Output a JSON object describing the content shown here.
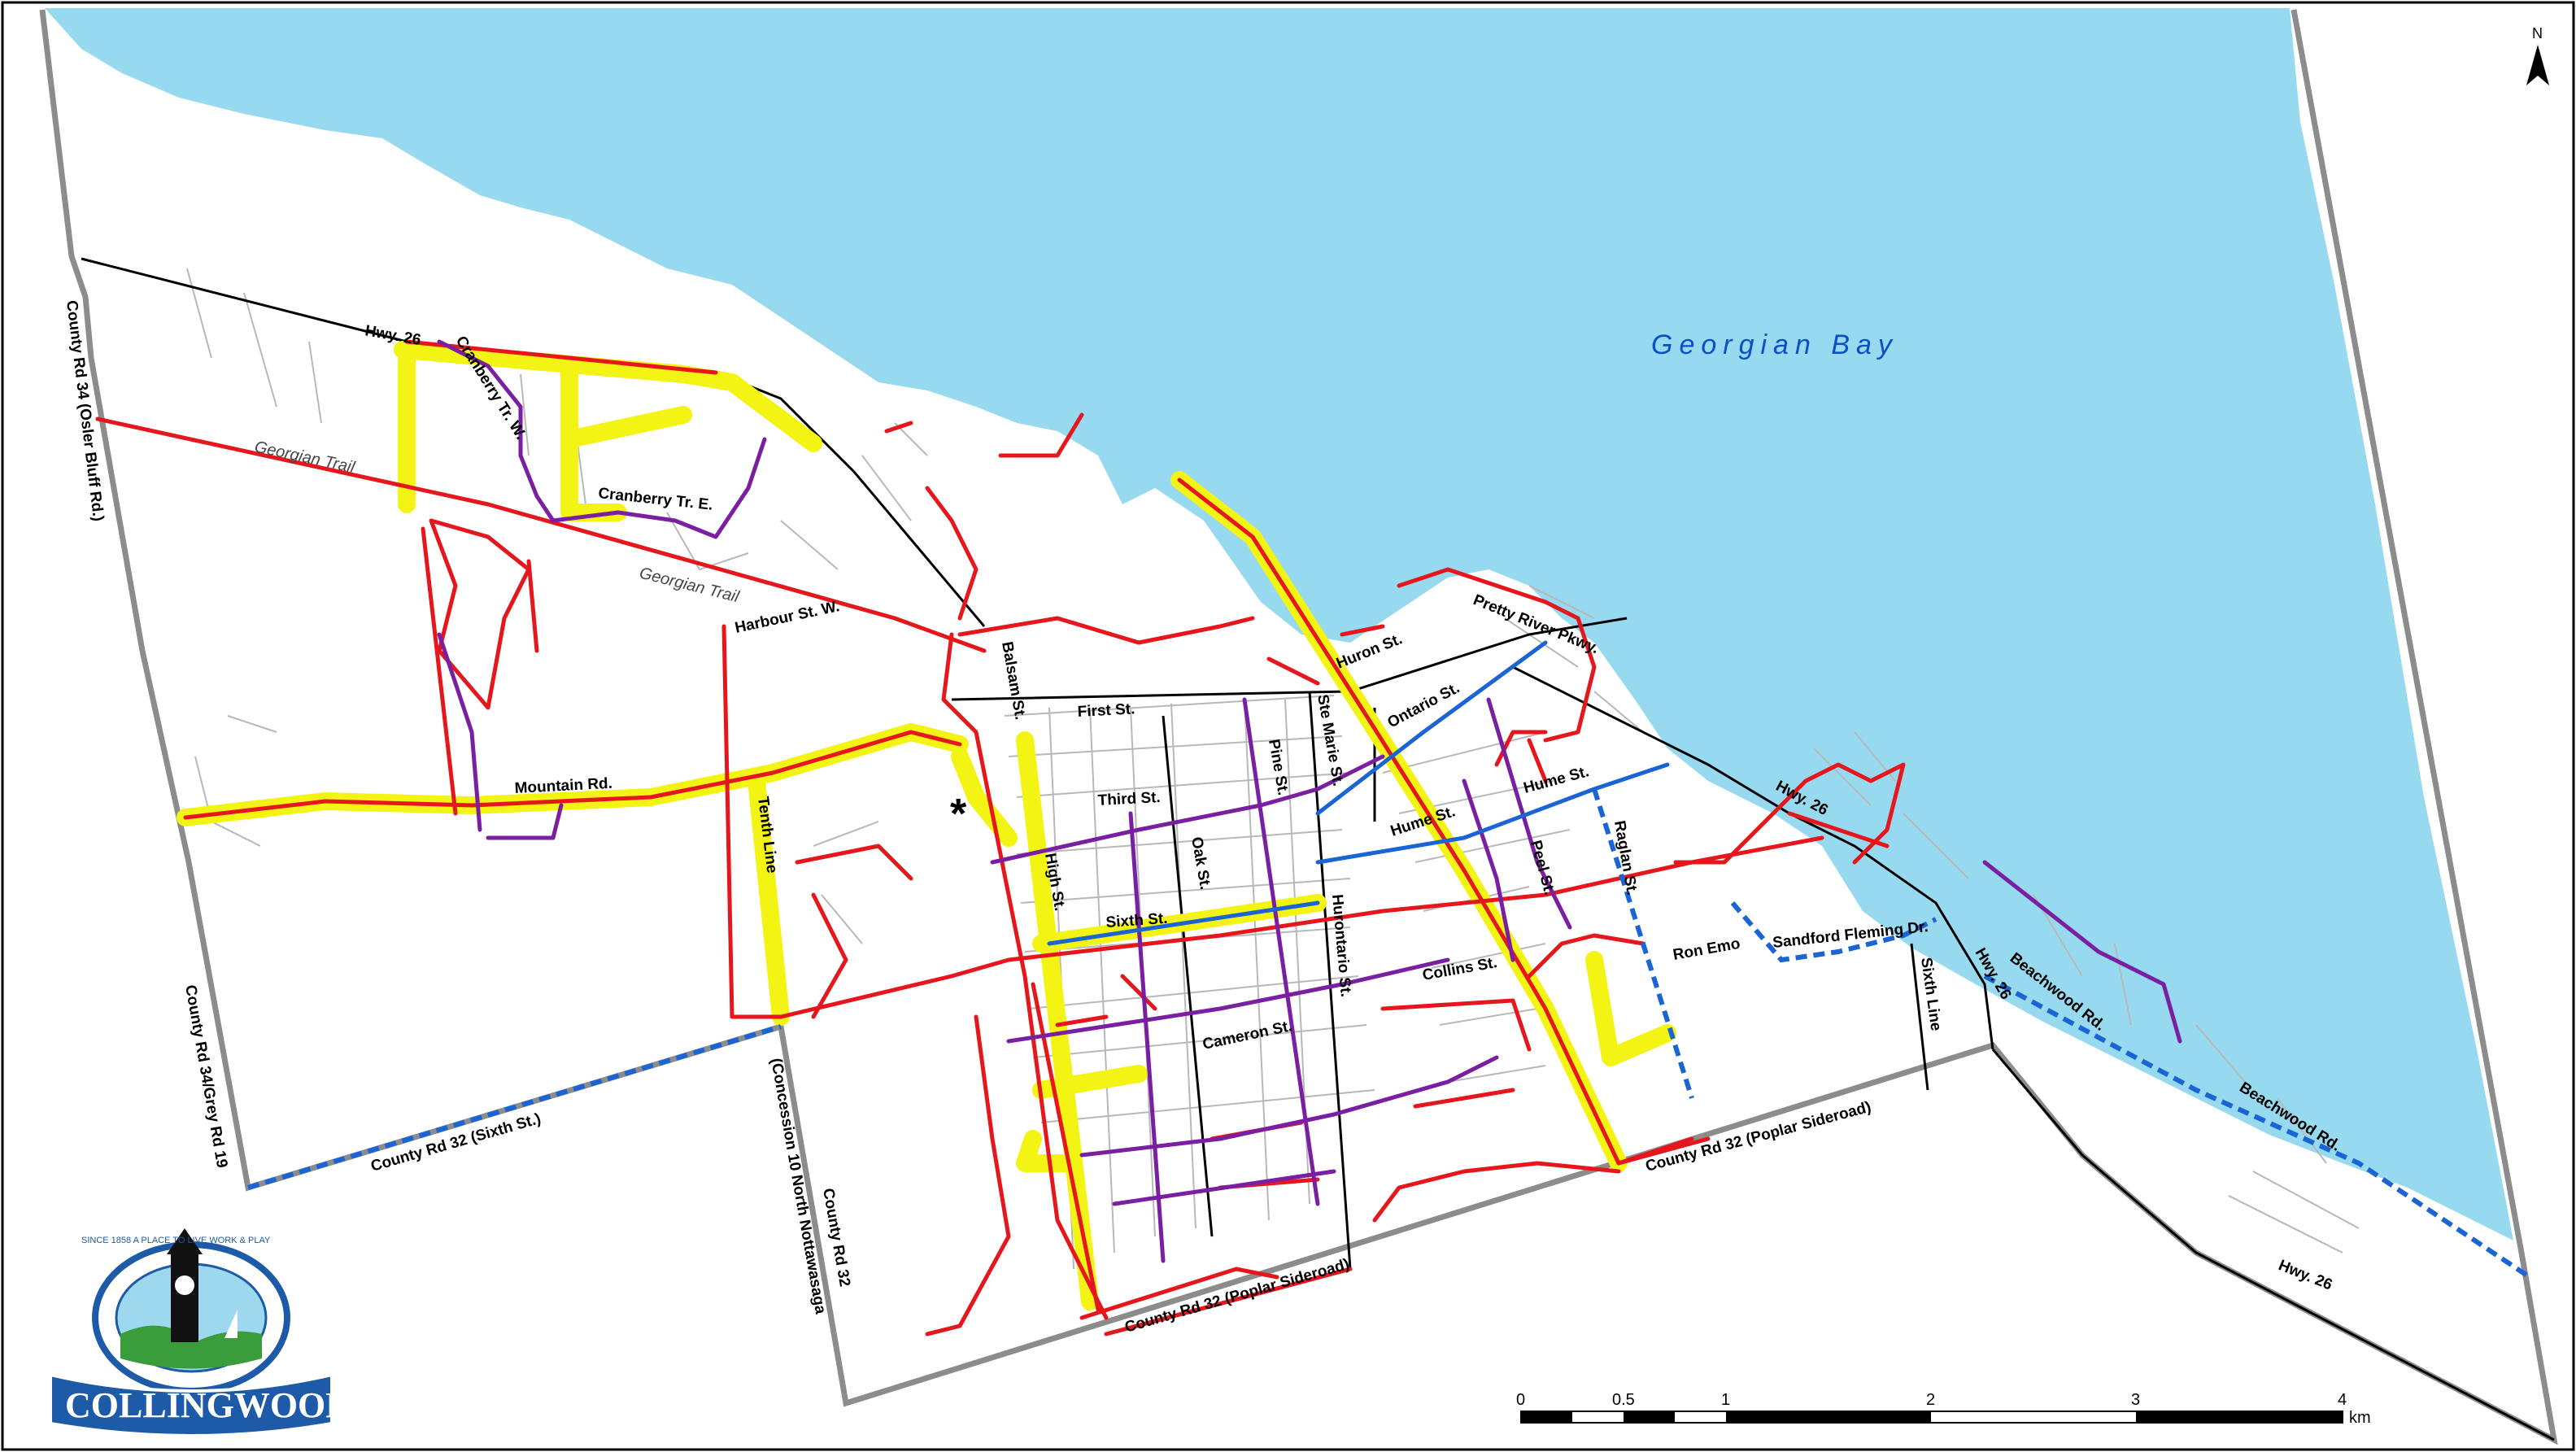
{
  "map": {
    "water_body_label": "Georgian Bay",
    "north_label": "N",
    "colors": {
      "water": "#97d9ef",
      "land": "#ffffff",
      "boundary": "#8c8c8c",
      "major_road": "#000000",
      "minor_road": "#b8b8b8",
      "trail_red": "#e5161c",
      "trail_purple": "#7a1fa2",
      "trail_blue": "#1a64d6",
      "trail_yellow_highlight": "#f3f314"
    },
    "road_labels": {
      "hwy26_nw": "Hwy. 26",
      "cranberry_w": "Cranberry Tr. W.",
      "cranberry_e": "Cranberry Tr. E.",
      "georgian_trail_1": "Georgian Trail",
      "georgian_trail_2": "Georgian Trail",
      "harbour": "Harbour St. W.",
      "mountain": "Mountain Rd.",
      "tenth_line": "Tenth Line",
      "balsam": "Balsam St.",
      "first": "First St.",
      "third": "Third St.",
      "high": "High St.",
      "oak": "Oak St.",
      "pine": "Pine St.",
      "ste_marie": "Ste Marie St.",
      "huron": "Huron St.",
      "ontario": "Ontario St.",
      "pretty_river": "Pretty River Pkwy.",
      "hume_1": "Hume St.",
      "hume_2": "Hume St.",
      "sixth": "Sixth St.",
      "hurontario": "Hurontario St.",
      "peel": "Peel St.",
      "raglan": "Raglan St.",
      "collins": "Collins St.",
      "cameron": "Cameron St.",
      "ron_emo": "Ron Emo",
      "sandford": "Sandford Fleming Dr.",
      "sixth_line": "Sixth Line",
      "hwy26_e1": "Hwy. 26",
      "hwy26_e2": "Hwy. 26",
      "hwy26_se": "Hwy. 26",
      "beachwood_1": "Beachwood Rd.",
      "beachwood_2": "Beachwood Rd.",
      "county34": "County Rd 34 (Osler Bluff Rd.)",
      "county34_grey": "County Rd 34/Grey Rd 19",
      "county32_sixth": "County Rd 32 (Sixth St.)",
      "concession10": "(Concession 10 North Nottawasaga",
      "county32_v": "County Rd 32",
      "county32_poplar_1": "County Rd 32 (Poplar Sideroad)",
      "county32_poplar_2": "County Rd 32 (Poplar Sideroad)"
    },
    "scale_bar": {
      "ticks": [
        "0",
        "0.5",
        "1",
        "2",
        "3",
        "4"
      ],
      "unit": "km"
    },
    "logo": {
      "name": "COLLINGWOOD",
      "arc_text": "SINCE 1858 A PLACE TO LIVE WORK & PLAY"
    },
    "marker": "*"
  }
}
